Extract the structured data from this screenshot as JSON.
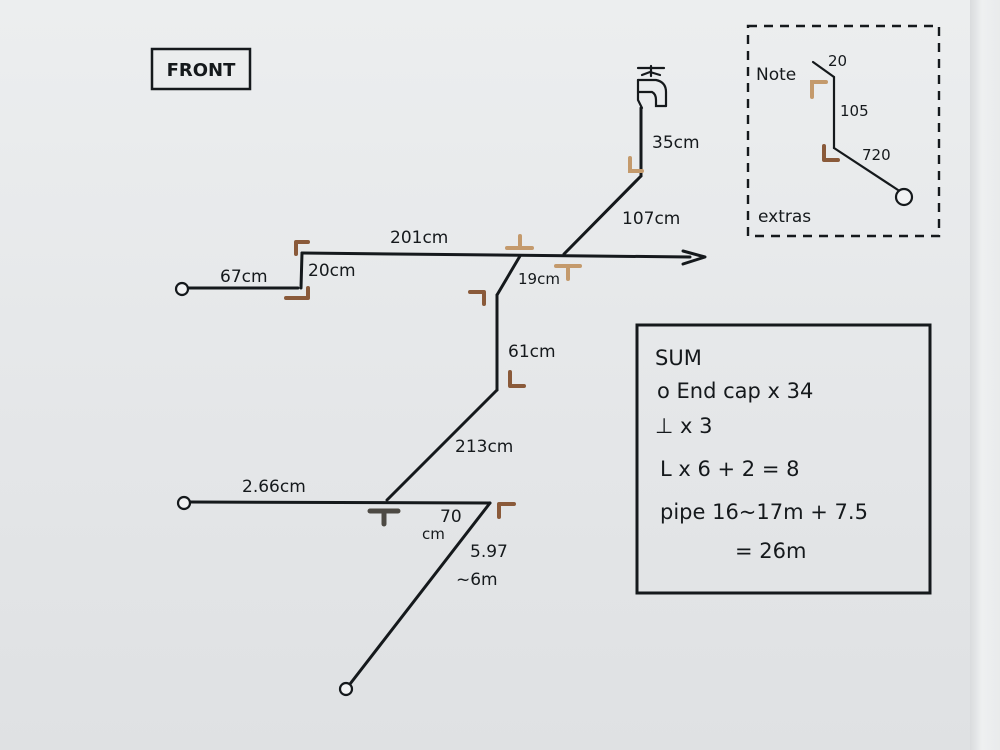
{
  "title": "FRONT",
  "pipes": {
    "left_branch": "67cm",
    "riser": "20cm",
    "main_run": "201cm",
    "tap_drop": "35cm",
    "diagonal_up": "107cm",
    "short_drop": "19cm",
    "vertical": "61cm",
    "diagonal_down": "213cm",
    "lower_left": "2.66cm",
    "lower_stub_value": "70",
    "lower_stub_unit": "cm",
    "long_diag_line1": "5.97",
    "long_diag_line2": "~6m"
  },
  "note_box": {
    "note_label": "Note",
    "v1": "20",
    "v2": "105",
    "v3": "720",
    "extras_label": "extras"
  },
  "sum_box": {
    "heading": "SUM",
    "end_cap": "o End cap  x 34",
    "tee": "⊥ x 3",
    "elbow": "L  x 6 + 2  = 8",
    "pipe": "pipe  16~17m + 7.5",
    "total": "= 26m"
  }
}
